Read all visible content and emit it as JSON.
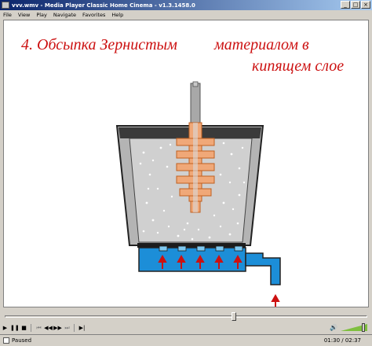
{
  "window": {
    "title": "vvv.wmv - Media Player Classic Home Cinema - v1.3.1458.0",
    "buttons": {
      "minimize": "_",
      "maximize": "□",
      "close": "×"
    }
  },
  "menu": {
    "items": [
      "File",
      "View",
      "Play",
      "Navigate",
      "Favorites",
      "Help"
    ]
  },
  "video": {
    "caption_line1_left": "4. Обсыпка Зернистым",
    "caption_line1_right": "материалом в",
    "caption_line2": "кипящем слое",
    "caption_color": "#cc1111",
    "vessel_color": "#c0c0c0",
    "pipe_color": "#1c8ed8",
    "arrow_color": "#cc1111",
    "part_color": "#f0a878"
  },
  "seek": {
    "position_fraction": 0.633
  },
  "controls": {
    "play": "▶",
    "pause": "❚❚",
    "stop": "■",
    "prev": "⏮",
    "rewind": "◀◀",
    "forward": "▶▶",
    "next": "⏭",
    "frame_step": "▶|"
  },
  "volume": {
    "icon": "speaker-icon",
    "level_fraction": 0.85
  },
  "status": {
    "state": "Paused",
    "time": "01:30 / 02:37"
  }
}
